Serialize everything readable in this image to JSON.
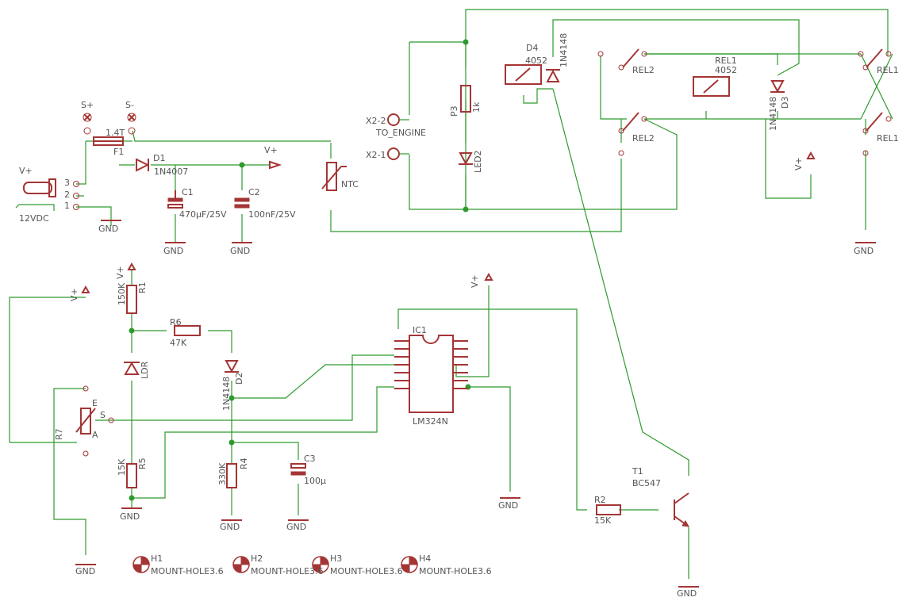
{
  "labels": {
    "s_plus": "S+",
    "s_minus": "S-",
    "turns": "1.4T",
    "f1": "F1",
    "d1": "D1",
    "d1_val": "1N4007",
    "c1": "C1",
    "c1_val": "470µF/25V",
    "c2": "C2",
    "c2_val": "100nF/25V",
    "vplus": "V+",
    "gnd": "GND",
    "conn_vdc": "12VDC",
    "x2_2": "X2-2",
    "x2_1": "X2-1",
    "to_engine": "TO_ENGINE",
    "p3": "P3",
    "p3_val": "1k",
    "led2": "LED2",
    "ntc": "NTC",
    "d4": "D4",
    "d4_val": "1N4148",
    "rel2": "REL2",
    "rel2_val": "4052",
    "rel1": "REL1",
    "rel1_val": "4052",
    "d3": "D3",
    "d3_val": "1N4148",
    "r1": "R1",
    "r1_val": "150K",
    "r6": "R6",
    "r6_val": "47K",
    "ldr": "LDR",
    "d2": "D2",
    "d2_val": "1N4148",
    "r7": "R7",
    "r5": "R5",
    "r5_val": "15K",
    "r4": "R4",
    "r4_val": "330K",
    "c3": "C3",
    "c3_val": "100µ",
    "ic1": "IC1",
    "ic1_val": "LM324N",
    "r2": "R2",
    "r2_val": "15K",
    "t1": "T1",
    "t1_val": "BC547",
    "pin3": "3",
    "pin2": "2",
    "pin1": "1",
    "h1": "H1",
    "h2": "H2",
    "h3": "H3",
    "h4": "H4",
    "mount": "MOUNT-HOLE3.6",
    "pin_a": "A",
    "pin_e": "E",
    "pin_s": "S"
  },
  "colors": {
    "wire": "#2e9a2e",
    "symbol": "#a43535",
    "text": "#555555"
  }
}
